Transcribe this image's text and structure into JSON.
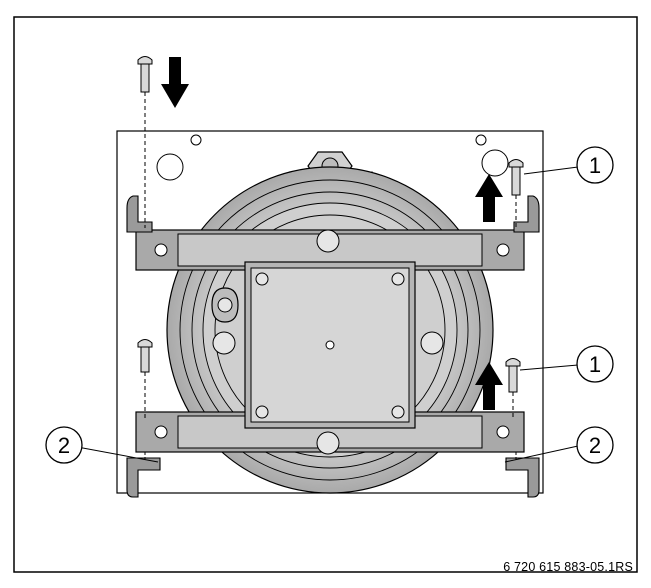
{
  "figure": {
    "reference_code": "6 720 615 883-05.1RS",
    "callouts": [
      {
        "id": "callout-1-upper",
        "label": "1"
      },
      {
        "id": "callout-1-lower",
        "label": "1"
      },
      {
        "id": "callout-2-left",
        "label": "2"
      },
      {
        "id": "callout-2-right",
        "label": "2"
      }
    ],
    "colors": {
      "outline": "#000000",
      "plate": "#ffffff",
      "metal_light": "#d9d9d9",
      "metal_mid": "#bfbfbf",
      "metal_dark": "#8c8c8c",
      "arrow": "#000000"
    }
  }
}
